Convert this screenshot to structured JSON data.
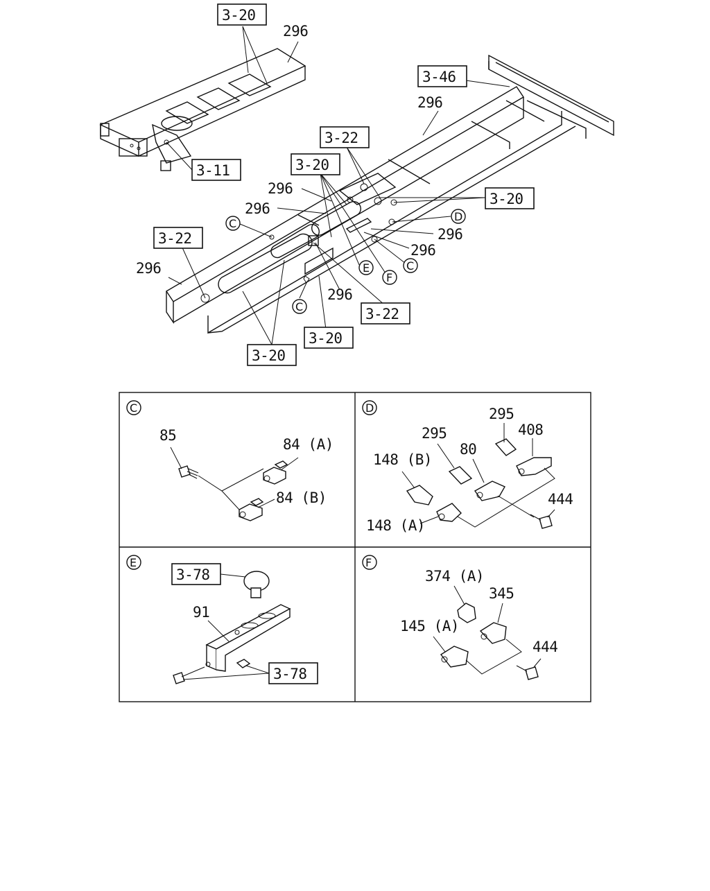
{
  "main_view": {
    "ref_3_20_top": "3-20",
    "label_296_top": "296",
    "ref_3_46": "3-46",
    "label_296_right": "296",
    "ref_3_22_top": "3-22",
    "ref_3_20_center": "3-20",
    "ref_3_11": "3-11",
    "label_296_c1": "296",
    "label_296_c2": "296",
    "ref_3_20_right": "3-20",
    "callout_d": "D",
    "label_296_r1": "296",
    "label_296_r2": "296",
    "callout_c_right": "C",
    "callout_c_left": "C",
    "ref_3_22_left": "3-22",
    "label_296_left": "296",
    "callout_e": "E",
    "callout_f": "F",
    "label_296_bottom": "296",
    "ref_3_22_bottom": "3-22",
    "callout_c_bottom": "C",
    "ref_3_20_bottom_right": "3-20",
    "ref_3_20_bottom": "3-20"
  },
  "detail_c": {
    "title": "C",
    "label_85": "85",
    "label_84a": "84 (A)",
    "label_84b": "84 (B)"
  },
  "detail_d": {
    "title": "D",
    "label_295_a": "295",
    "label_408": "408",
    "label_295_b": "295",
    "label_80": "80",
    "label_148b": "148 (B)",
    "label_444": "444",
    "label_148a": "148 (A)"
  },
  "detail_e": {
    "title": "E",
    "ref_3_78_top": "3-78",
    "label_91": "91",
    "ref_3_78_bottom": "3-78"
  },
  "detail_f": {
    "title": "F",
    "label_374a": "374 (A)",
    "label_345": "345",
    "label_145a": "145 (A)",
    "label_444": "444"
  }
}
